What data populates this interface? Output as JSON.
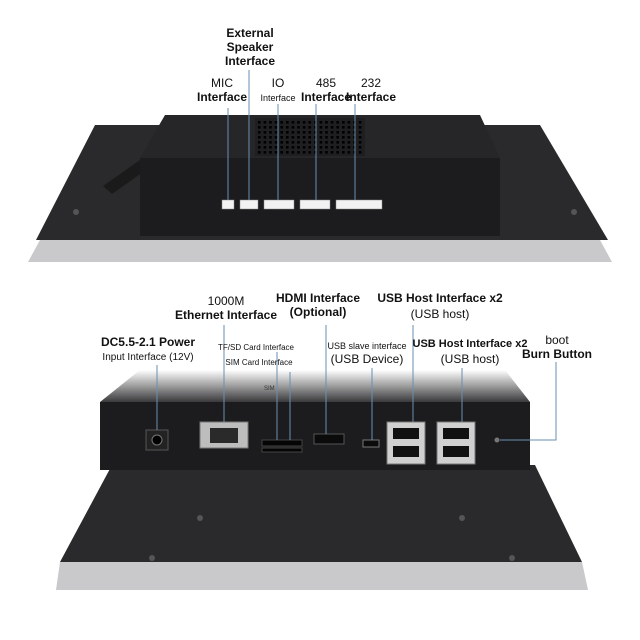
{
  "colors": {
    "case": "#1c1c1e",
    "bezel": "#2a2a2c",
    "rim": "#c9c9cb",
    "port_white": "#f2f2f2",
    "leader": "#6a8fb0"
  },
  "top_view": {
    "labels": {
      "ext_speaker": [
        "External",
        "Speaker",
        "Interface"
      ],
      "mic": [
        "MIC",
        "Interface"
      ],
      "io": [
        "IO",
        "Interface"
      ],
      "rs485": [
        "485",
        "Interface"
      ],
      "rs232": [
        "232",
        "Interface"
      ]
    }
  },
  "bottom_view": {
    "labels": {
      "ethernet": [
        "1000M",
        "Ethernet Interface"
      ],
      "hdmi": [
        "HDMI Interface",
        "(Optional)"
      ],
      "usb_host_1": [
        "USB Host Interface x2",
        "(USB host)"
      ],
      "power": [
        "DC5.5-2.1 Power",
        "Input Interface (12V)"
      ],
      "tf_sd": "TF/SD Card Interface",
      "sim": "SIM Card Interface",
      "usb_slave": [
        "USB slave interface",
        "(USB Device)"
      ],
      "usb_host_2": [
        "USB Host Interface x2",
        "(USB host)"
      ],
      "boot": [
        "boot",
        "Burn Button"
      ]
    },
    "silk_sim": "SIM"
  }
}
